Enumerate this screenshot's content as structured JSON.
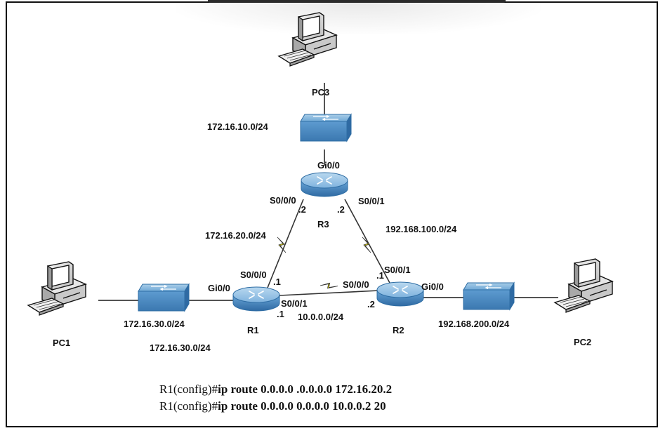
{
  "devices": {
    "pc1": "PC1",
    "pc2": "PC2",
    "pc3": "PC3",
    "r1": "R1",
    "r2": "R2",
    "r3": "R3"
  },
  "networks": {
    "pc3_lan": "172.16.10.0/24",
    "r1_r3": "172.16.20.0/24",
    "r2_r3": "192.168.100.0/24",
    "pc1_lan_switch": "172.16.30.0/24",
    "pc1_lan_below": "172.16.30.0/24",
    "r1_r2": "10.0.0.0/24",
    "pc2_lan": "192.168.200.0/24"
  },
  "interfaces": {
    "r3_gi": "Gi0/0",
    "r3_s000": "S0/0/0",
    "r3_s001": "S0/0/1",
    "r3_s000_host": ".2",
    "r3_s001_host": ".2",
    "r1_gi": "Gi0/0",
    "r1_s000": "S0/0/0",
    "r1_s000_host": ".1",
    "r1_s001": "S0/0/1",
    "r1_s001_host": ".1",
    "r2_s000": "S0/0/0",
    "r2_s000_host": ".2",
    "r2_s001": "S0/0/1",
    "r2_s001_host": ".1",
    "r2_gi": "Gi0/0"
  },
  "commands": [
    {
      "prompt": "R1(config)#",
      "command": "ip route 0.0.0.0 .0.0.0.0 172.16.20.2"
    },
    {
      "prompt": "R1(config)#",
      "command": "ip route 0.0.0.0 0.0.0.0 10.0.0.2 20"
    }
  ],
  "colors": {
    "device_blue": "#5b9bd5",
    "device_blue_dark": "#2e6da4",
    "serial_link": "#f2e600",
    "cable": "#1a1a1a"
  }
}
